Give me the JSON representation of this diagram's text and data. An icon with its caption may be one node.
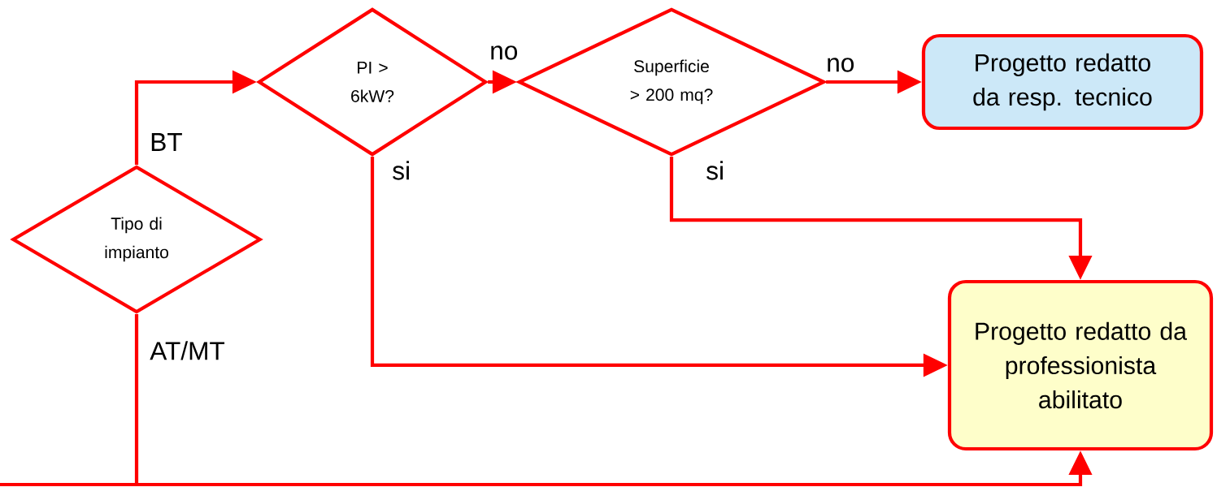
{
  "diagram": {
    "nodes": [
      {
        "text": [
          "Tipo di impianto"
        ]
      },
      {
        "text": [
          "PI > 6kW?"
        ]
      },
      {
        "text": [
          "Superficie > 200 mq?"
        ]
      },
      {
        "text": [
          "Progetto redatto da resp. tecnico"
        ]
      },
      {
        "text": [
          "Progetto redatto da professionista abilitato"
        ]
      }
    ],
    "edges": [
      {
        "from": 0,
        "to": 1,
        "arrow": "to",
        "label": "BT"
      },
      {
        "from": 1,
        "to": 2,
        "arrow": "to",
        "label": "no"
      },
      {
        "from": 2,
        "to": 3,
        "arrow": "to",
        "label": "no"
      },
      {
        "from": 1,
        "to": 4,
        "arrow": "to",
        "label": "si"
      },
      {
        "from": 2,
        "to": 4,
        "arrow": "to",
        "label": "si"
      },
      {
        "from": 0,
        "to": 4,
        "arrow": "to",
        "label": "AT/MT"
      }
    ]
  }
}
